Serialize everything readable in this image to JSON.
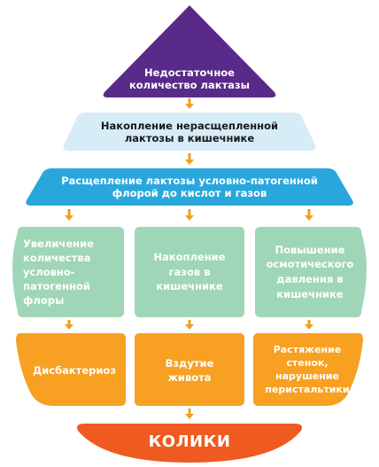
{
  "colors": {
    "purple": "#5a2a8a",
    "light_blue": "#d6ecf6",
    "blue": "#29a7dc",
    "green": "#9fd6b8",
    "orange": "#f7a021",
    "red_orange": "#ee5a1f",
    "arrow": "#f0a020"
  },
  "nodes": {
    "apex": "Недостаточное количество лактазы",
    "accumulation": "Накопление нерасщепленной лактозы в кишечнике",
    "breakdown": "Расщепление лактозы условно-патогенной флорой до кислот и газов",
    "flora_increase": "Увеличение количества условно-патогенной флоры",
    "gas_accumulation": "Накопление газов в кишечнике",
    "osmotic_pressure": "Повышение осмотического давления в кишечнике",
    "dysbacteriosis": "Дисбактериоз",
    "bloating": "Вздутие живота",
    "wall_stretch": "Растяжение стенок, нарушение перистальтики",
    "colic": "КОЛИКИ"
  }
}
